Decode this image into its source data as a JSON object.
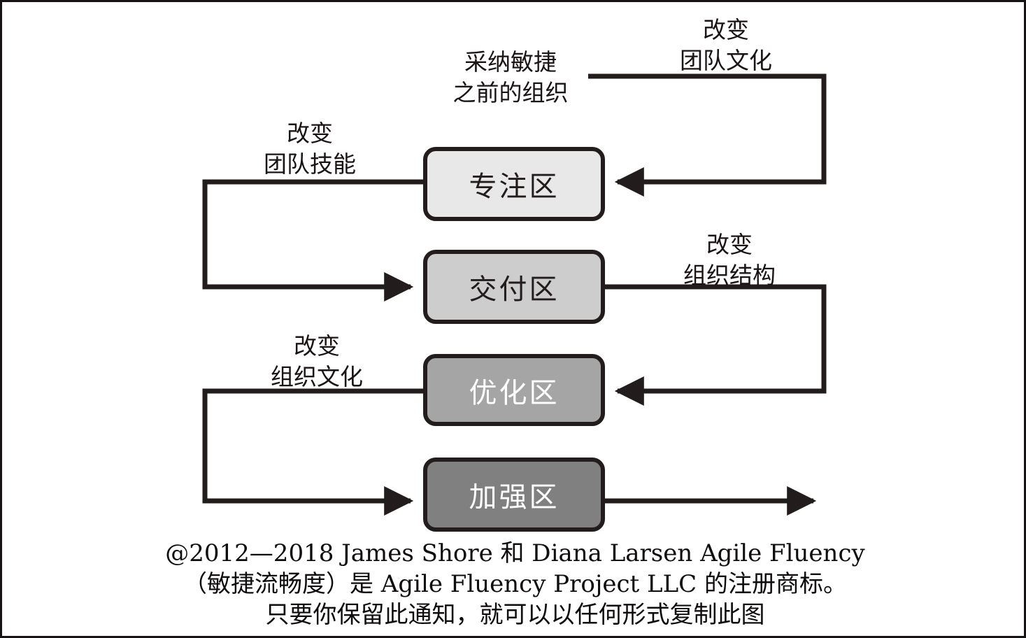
{
  "diagram": {
    "title": "Agile Fluency Model",
    "type": "flow-diagram",
    "border_color": "#171213",
    "line_color": "#231c1c",
    "background": "#ffffff",
    "zones": [
      {
        "id": "focusing",
        "label": "专注区",
        "fill": "#e8e8e8",
        "text_color": "#231c1c"
      },
      {
        "id": "delivering",
        "label": "交付区",
        "fill": "#cdcdcd",
        "text_color": "#231c1c"
      },
      {
        "id": "optimizing",
        "label": "优化区",
        "fill": "#a5a5a5",
        "text_color": "#ffffff"
      },
      {
        "id": "strengthening",
        "label": "加强区",
        "fill": "#808080",
        "text_color": "#ffffff"
      }
    ],
    "edge_labels": {
      "pre_agile": "采纳敏捷\n之前的组织",
      "change_team_culture": "改变\n团队文化",
      "change_team_skills": "改变\n团队技能",
      "change_org_structure": "改变\n组织结构",
      "change_org_culture": "改变\n组织文化"
    },
    "caption": {
      "line1": "@2012—2018 James Shore 和 Diana Larsen Agile Fluency",
      "line2": "（敏捷流畅度）是 Agile Fluency Project LLC 的注册商标。",
      "line3": "只要你保留此通知，就可以以任何形式复制此图"
    }
  }
}
